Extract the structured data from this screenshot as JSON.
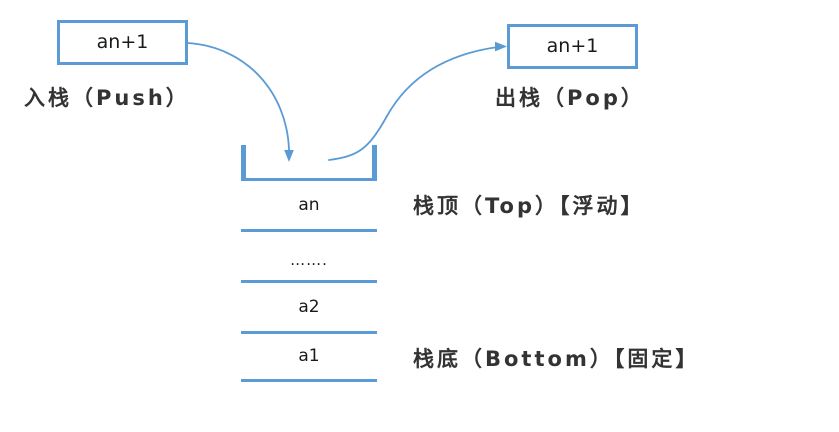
{
  "diagram": {
    "title": "Stack (Push / Pop) structure diagram",
    "colors": {
      "accent": "#5B9BD5",
      "text": "#1a1a1a",
      "caption_text": "#333333",
      "background": "#ffffff"
    }
  },
  "push": {
    "box_label": "an+1",
    "caption": "入栈（Push）"
  },
  "pop": {
    "box_label": "an+1",
    "caption": "出栈（Pop）"
  },
  "stack": {
    "cells": [
      {
        "label": "an"
      },
      {
        "label": "……."
      },
      {
        "label": "a2"
      },
      {
        "label": "a1"
      }
    ],
    "top_caption": "栈顶（Top）【浮动】",
    "bottom_caption": "栈底（Bottom）【固定】"
  },
  "icons": {
    "push_arrow": "curved-arrow-down-icon",
    "pop_arrow": "curved-arrow-right-icon"
  }
}
